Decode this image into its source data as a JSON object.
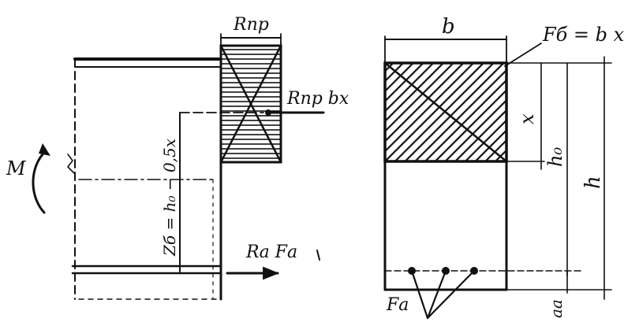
{
  "left_figure": {
    "labels": {
      "r_np_top": "Rпр",
      "r_np_bx": "Rпр bx",
      "moment": "M",
      "lever_arm": "Zб = h₀ − 0,5x",
      "r_a_f_a": "Rа Fа"
    }
  },
  "right_figure": {
    "labels": {
      "b": "b",
      "f_b": "Fб = b x",
      "x": "x",
      "h0": "h₀",
      "h": "h",
      "f_a": "Fа",
      "a_a": "aа"
    }
  }
}
